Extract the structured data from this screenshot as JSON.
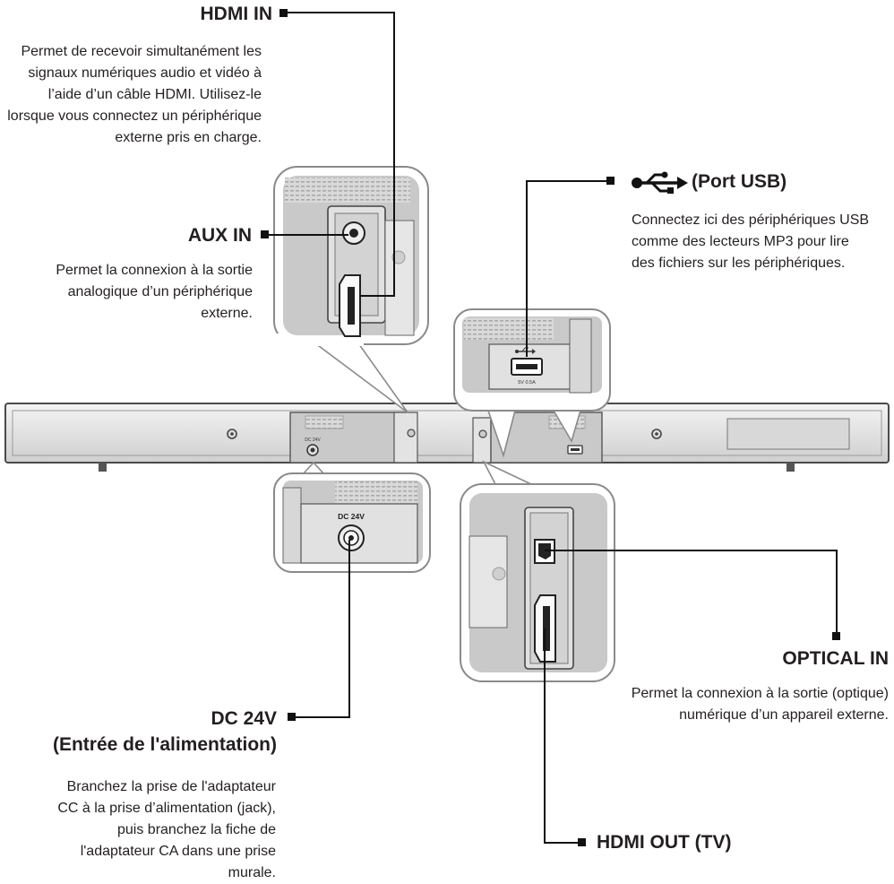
{
  "callouts": {
    "hdmi_in": {
      "title": "HDMI IN",
      "description": "Permet de recevoir simultanément les signaux numériques audio et vidéo à l’aide d’un câble HDMI. Utilisez-le lorsque vous connectez un périphérique externe pris en charge."
    },
    "aux_in": {
      "title": "AUX IN",
      "description": "Permet la connexion à la sortie analogique d’un périphérique externe."
    },
    "usb": {
      "icon": "usb-icon",
      "title": "(Port USB)",
      "description": "Connectez ici des périphériques USB comme des lecteurs MP3 pour lire des fichiers sur les périphériques."
    },
    "dc_24v": {
      "title_line1": "DC 24V",
      "title_line2": "(Entrée de l'alimentation)",
      "description": "Branchez la prise de l'adaptateur CC à la prise d’alimentation (jack), puis branchez la fiche de l'adaptateur CA dans une prise murale."
    },
    "optical_in": {
      "title": "OPTICAL IN",
      "description": "Permet la connexion à la sortie (optique) numérique d’un appareil externe."
    },
    "hdmi_out": {
      "title": "HDMI OUT (TV)"
    }
  },
  "panel_labels": {
    "dc_small": "DC 24V",
    "dc_large": "DC 24V",
    "usb_rating": "5V 0.5A"
  }
}
